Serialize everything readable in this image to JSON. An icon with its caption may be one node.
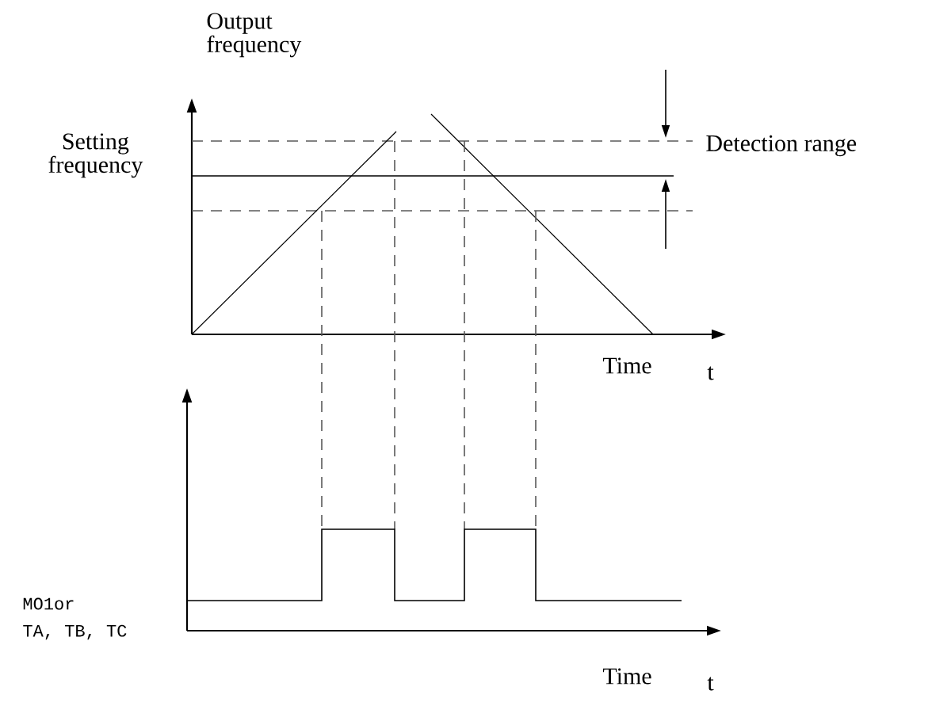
{
  "diagram": {
    "labels": [
      "Output frequency",
      "Setting frequency",
      "Detection range",
      "Time",
      "t",
      "MO1or",
      "TA, TB, TC",
      "Time",
      "t"
    ]
  }
}
